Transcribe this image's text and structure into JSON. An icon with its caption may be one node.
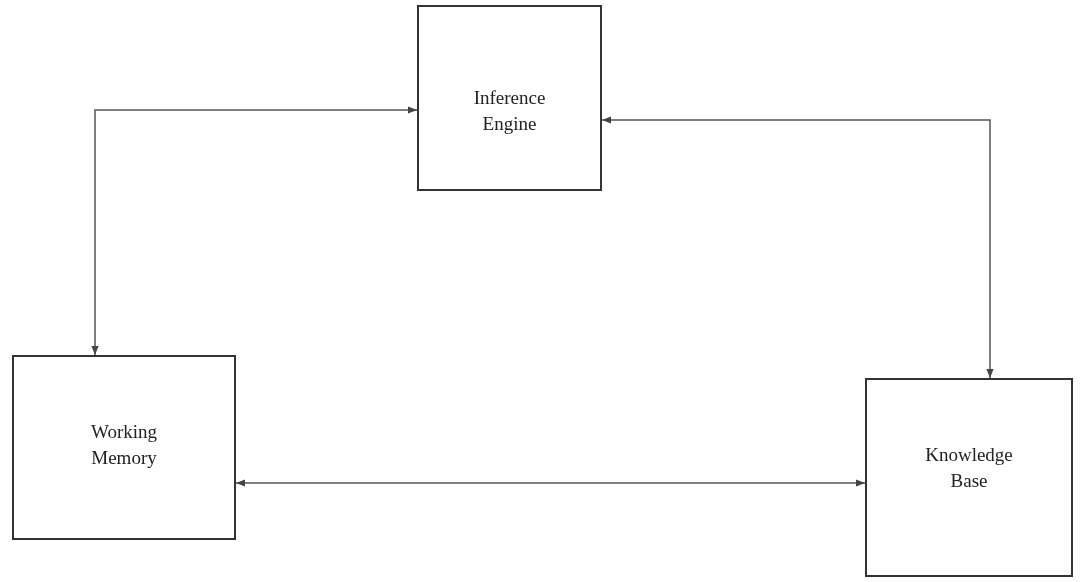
{
  "diagram": {
    "nodes": [
      {
        "text": [
          "Inference Engine"
        ]
      },
      {
        "text": [
          "Working Memory"
        ]
      },
      {
        "text": [
          "Knowledge Base"
        ]
      }
    ],
    "edges": [
      {
        "from": 1,
        "to": 0,
        "arrow": "both"
      },
      {
        "from": 0,
        "to": 2,
        "arrow": "both"
      },
      {
        "from": 1,
        "to": 2,
        "arrow": "both"
      }
    ]
  }
}
